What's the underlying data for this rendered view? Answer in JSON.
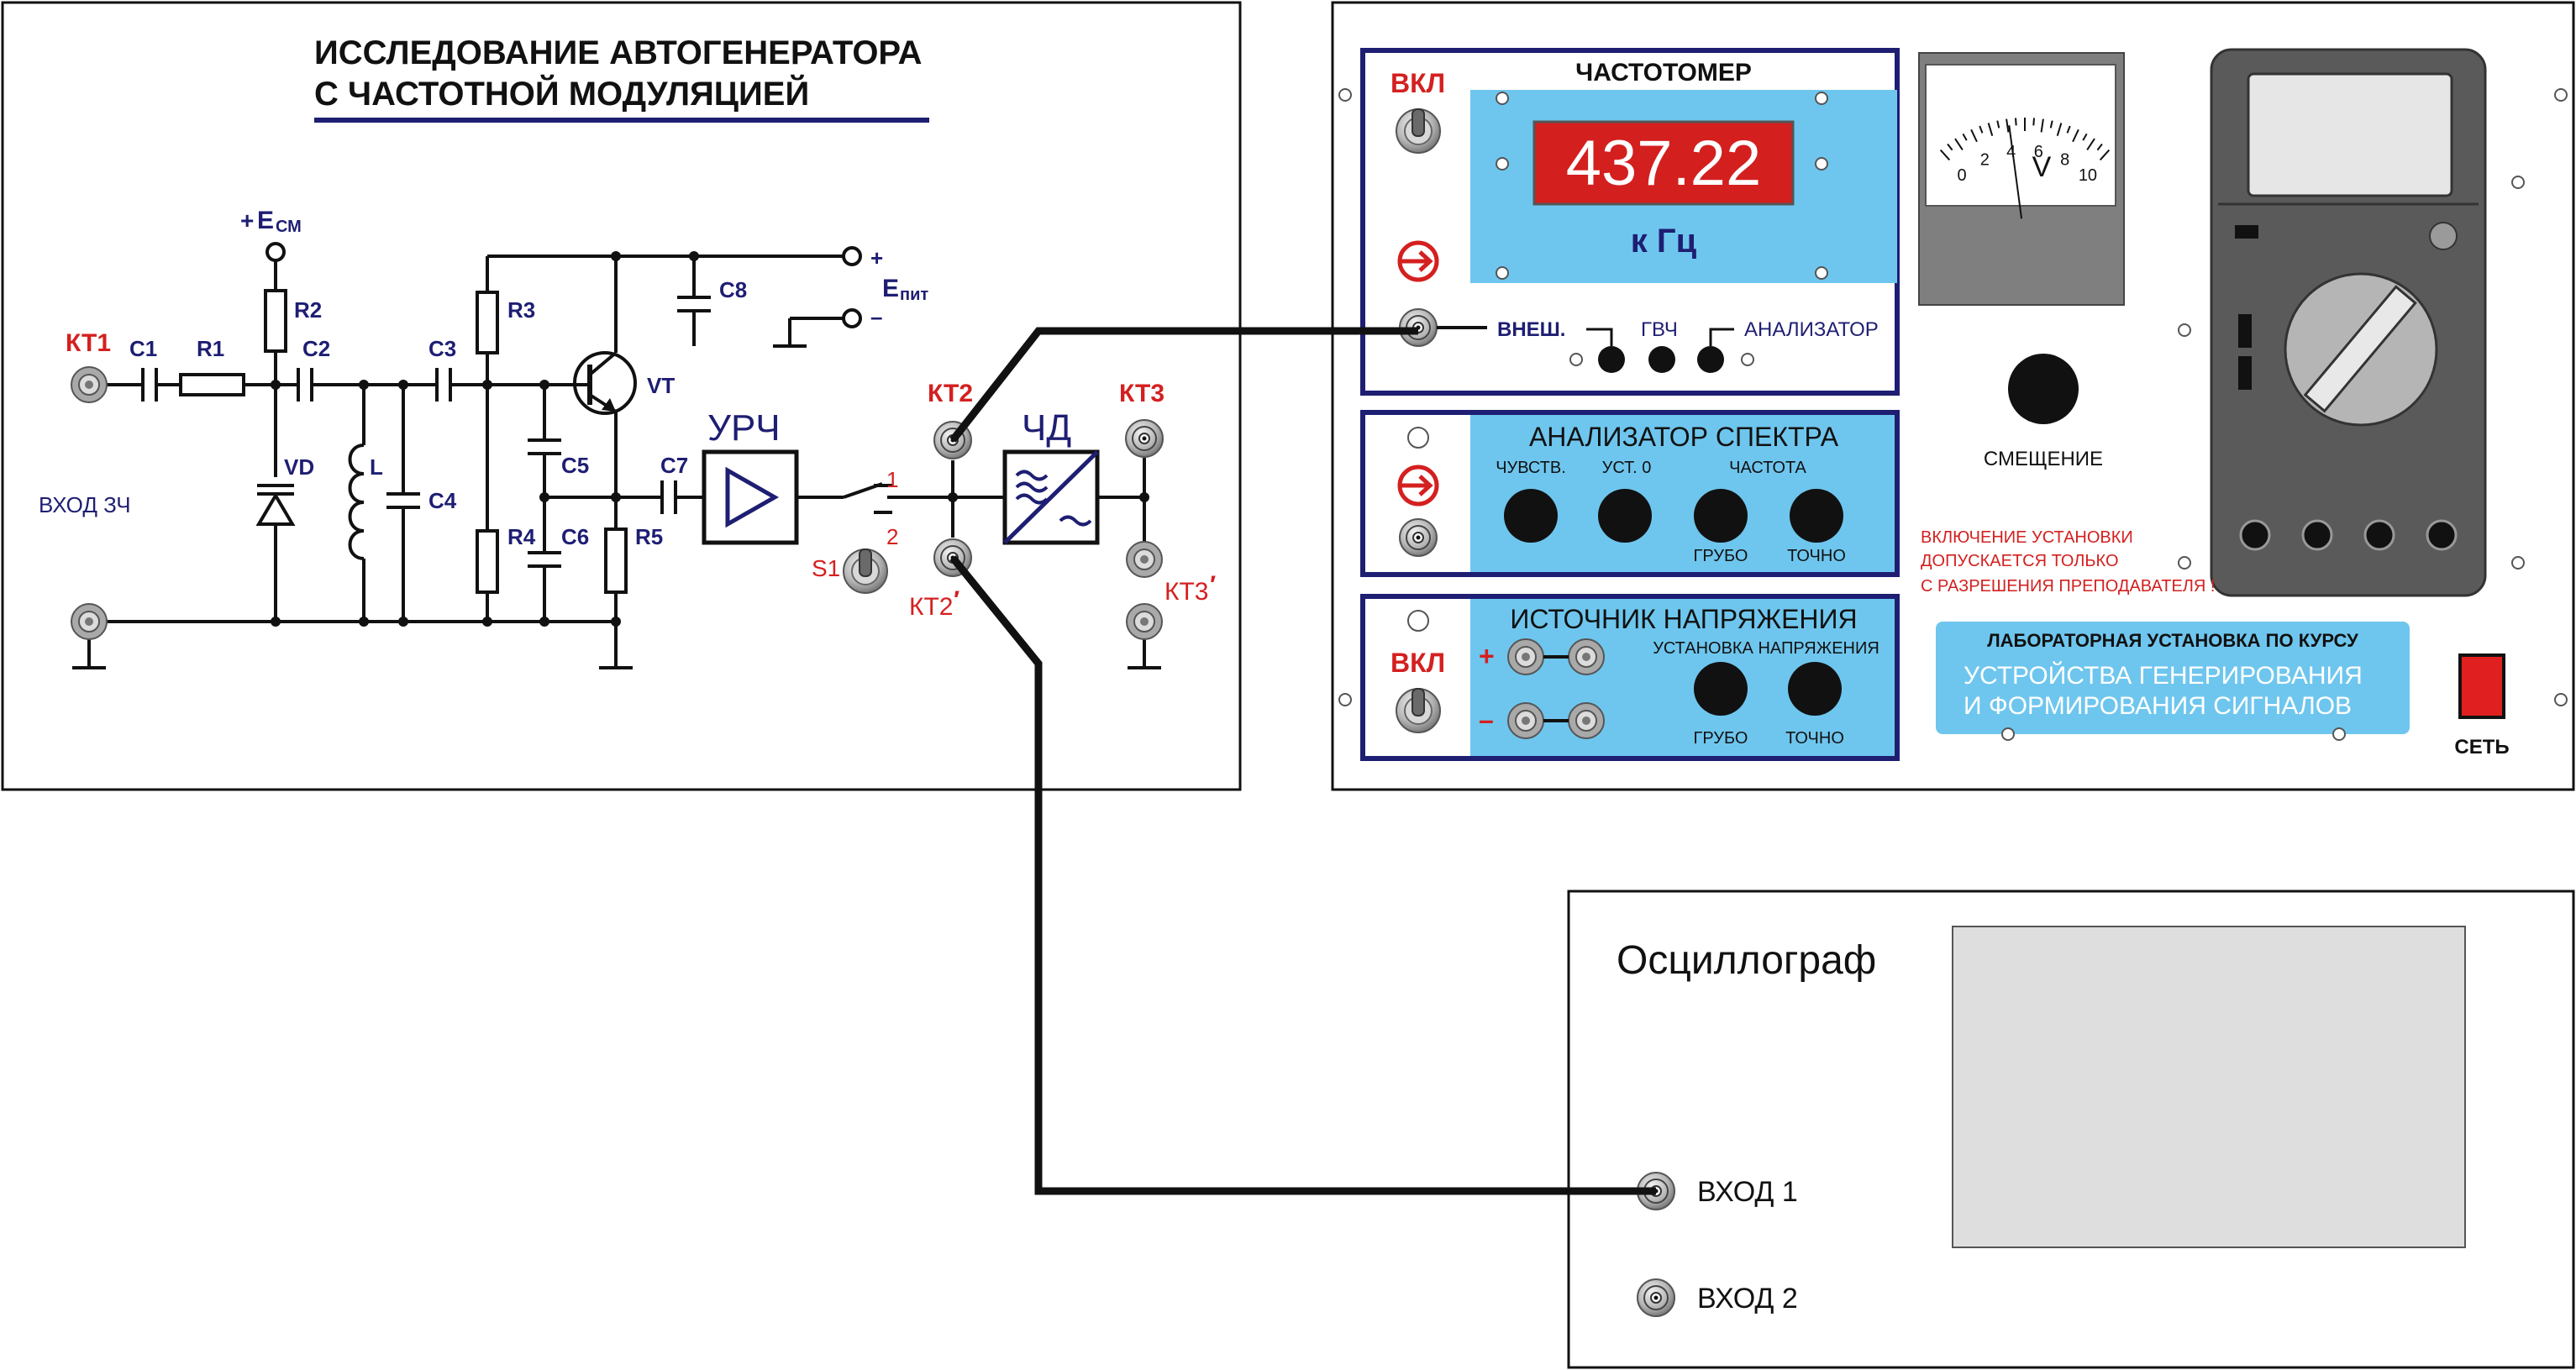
{
  "schematic": {
    "title_line1": "ИССЛЕДОВАНИЕ  АВТОГЕНЕРАТОРА",
    "title_line2": "С  ЧАСТОТНОЙ  МОДУЛЯЦИЕЙ",
    "kt1": "КТ1",
    "kt2": "КТ2",
    "kt2p": "КТ2",
    "kt3": "КТ3",
    "kt3p": "КТ3",
    "prime": "′",
    "c1": "C1",
    "r1": "R1",
    "r2": "R2",
    "c2": "C2",
    "c3": "C3",
    "r3": "R3",
    "vt": "VT",
    "c8": "C8",
    "vd": "VD",
    "l": "L",
    "c4": "C4",
    "c5": "C5",
    "c6": "C6",
    "c7": "C7",
    "r4": "R4",
    "r5": "R5",
    "ecm_plus": "+",
    "ecm_e": "E",
    "ecm_sub": "СМ",
    "epit_e": "E",
    "epit_sub": "пит",
    "plus": "+",
    "minus": "–",
    "vhod_zch": "ВХОД  ЗЧ",
    "urch": "УРЧ",
    "chd": "ЧД",
    "s1": "S1",
    "sw_pos1": "1",
    "sw_pos2": "2"
  },
  "instrument": {
    "freq": {
      "vkl": "ВКЛ",
      "title": "ЧАСТОТОМЕР",
      "reading": "437.22",
      "unit": "к Гц",
      "ext": "ВНЕШ.",
      "gvch": "ГВЧ",
      "analyzer": "АНАЛИЗАТОР"
    },
    "spectrum": {
      "title": "АНАЛИЗАТОР СПЕКТРА",
      "sens": "ЧУВСТВ.",
      "zero": "УСТ.  0",
      "freq": "ЧАСТОТА",
      "coarse": "ГРУБО",
      "fine": "ТОЧНО"
    },
    "source": {
      "title": "ИСТОЧНИК НАПРЯЖЕНИЯ",
      "vkl": "ВКЛ",
      "plus": "+",
      "minus": "–",
      "set": "УСТАНОВКА  НАПРЯЖЕНИЯ",
      "coarse": "ГРУБО",
      "fine": "ТОЧНО"
    },
    "voltmeter": {
      "unit": "V",
      "ticks": [
        "0",
        "2",
        "4",
        "6",
        "8",
        "10"
      ],
      "needle_value": 4.1,
      "scale_max": 10
    },
    "bias": "СМЕЩЕНИЕ",
    "warning_line1": "ВКЛЮЧЕНИЕ УСТАНОВКИ",
    "warning_line2": "ДОПУСКАЕТСЯ ТОЛЬКО",
    "warning_line3": "С РАЗРЕШЕНИЯ ПРЕПОДАВАТЕЛЯ !",
    "course_title": "ЛАБОРАТОРНАЯ УСТАНОВКА  ПО КУРСУ",
    "course_line1": "УСТРОЙСТВА ГЕНЕРИРОВАНИЯ",
    "course_line2": "И ФОРМИРОВАНИЯ  СИГНАЛОВ",
    "power": "СЕТЬ"
  },
  "scope": {
    "title": "Осциллограф",
    "in1": "ВХОД 1",
    "in2": "ВХОД 2"
  },
  "colors": {
    "panel_blue": "#6ec6ee",
    "navy": "#1e1e73",
    "label_red": "#d42020",
    "display_red": "#d41f1f",
    "screen_grey": "#dedede",
    "meter_grey": "#7f7f7f",
    "dark_grey": "#5a5a5a"
  }
}
